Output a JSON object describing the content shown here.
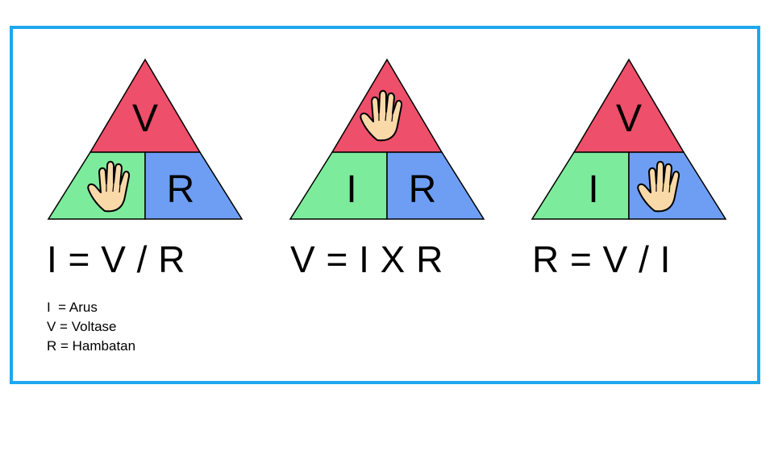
{
  "colors": {
    "frame": "#1ea7ec",
    "top_section": "#ee4f6a",
    "left_section": "#7deb9c",
    "right_section": "#6e9ef3",
    "hand": "#f9d9a8"
  },
  "triangles": [
    {
      "top": "V",
      "top_icon": "",
      "left": "",
      "left_icon": "hand-icon",
      "right": "R",
      "right_icon": "",
      "formula": "I = V / R"
    },
    {
      "top": "",
      "top_icon": "hand-icon",
      "left": "I",
      "left_icon": "",
      "right": "R",
      "right_icon": "",
      "formula": "V = I X R"
    },
    {
      "top": "V",
      "top_icon": "",
      "left": "I",
      "left_icon": "",
      "right": "",
      "right_icon": "hand-icon",
      "formula": "R = V / I"
    }
  ],
  "legend": [
    "I  = Arus",
    "V = Voltase",
    "R = Hambatan"
  ]
}
